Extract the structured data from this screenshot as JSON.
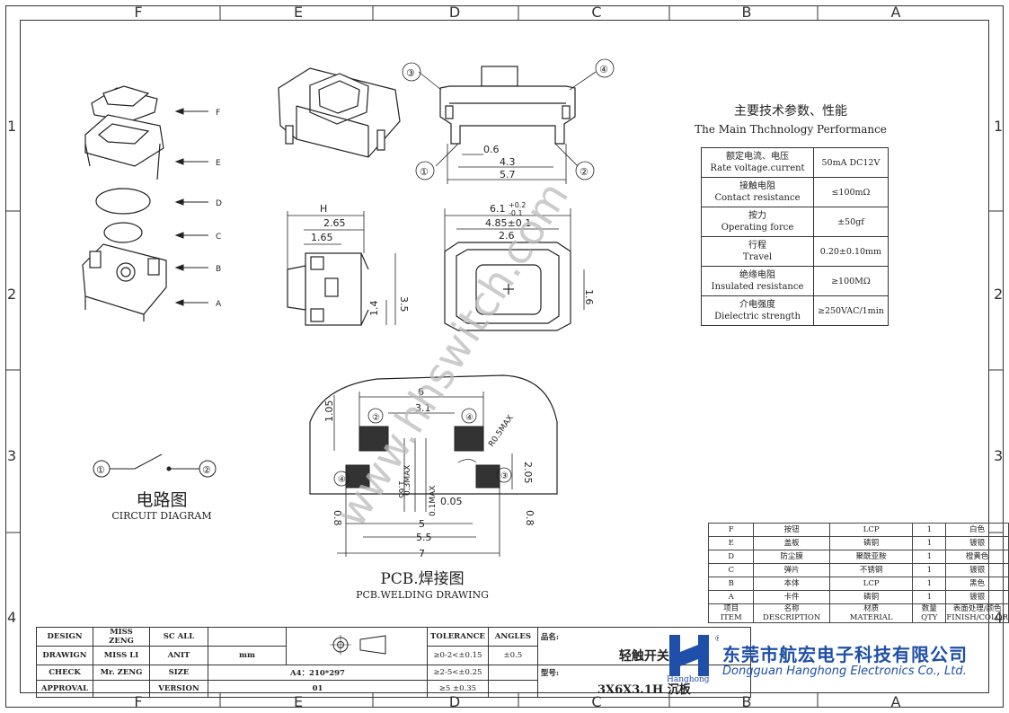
{
  "border_columns": [
    "F",
    "E",
    "D",
    "C",
    "B",
    "A"
  ],
  "border_rows": [
    "1",
    "2",
    "3",
    "4"
  ],
  "performance": {
    "title_cn": "主要技术参数、性能",
    "title_en": "The Main Thchnology Performance",
    "rows": [
      {
        "cn": "额定电流、电压",
        "en": "Rate voltage.current",
        "value": "50mA DC12V"
      },
      {
        "cn": "接触电阻",
        "en": "Contact resistance",
        "value": "≤100mΩ"
      },
      {
        "cn": "按力",
        "en": "Operating force",
        "value": "±50gf"
      },
      {
        "cn": "行程",
        "en": "Travel",
        "value": "0.20±0.10mm"
      },
      {
        "cn": "绝缘电阻",
        "en": "Insulated resistance",
        "value": "≥100MΩ"
      },
      {
        "cn": "介电强度",
        "en": "Dielectric strength",
        "value": "≥250VAC/1min"
      }
    ]
  },
  "exploded_labels": [
    "F",
    "E",
    "D",
    "C",
    "B",
    "A"
  ],
  "front_view": {
    "pin_labels": [
      "③",
      "④",
      "①",
      "②"
    ],
    "dims": [
      "0.6",
      "4.3",
      "5.7"
    ]
  },
  "side_view": {
    "dims": [
      "H",
      "2.65",
      "1.65",
      "3.5",
      "1.4"
    ]
  },
  "top_view": {
    "dims": [
      "6.1",
      "+0.2",
      "-0.1",
      "4.85±0.1",
      "2.6",
      "1.6"
    ]
  },
  "pcb": {
    "title_cn": "PCB.焊接图",
    "title_en": "PCB.WELDING DRAWING",
    "pad_labels": [
      "②",
      "④",
      "④",
      "③"
    ],
    "dims": [
      "6",
      "3.1",
      "1.05",
      "R0.5MAX",
      "1.65",
      "0.3MAX",
      "0.1MAX",
      "0.05",
      "2.05",
      "0.8",
      "0.8",
      "5",
      "5.5",
      "7"
    ]
  },
  "circuit": {
    "node1": "①",
    "node2": "②",
    "title_cn": "电路图",
    "title_en": "CIRCUIT DIAGRAM"
  },
  "watermark": "www.hhswitch.com",
  "bom": {
    "rows": [
      [
        "F",
        "按钮",
        "LCP",
        "1",
        "白色"
      ],
      [
        "E",
        "盖板",
        "磷铜",
        "1",
        "镀银"
      ],
      [
        "D",
        "防尘膜",
        "聚酰亚胺",
        "1",
        "橙黄色"
      ],
      [
        "C",
        "弹片",
        "不锈钢",
        "1",
        "镀银"
      ],
      [
        "B",
        "本体",
        "LCP",
        "1",
        "黑色"
      ],
      [
        "A",
        "卡件",
        "磷铜",
        "1",
        "镀银"
      ]
    ],
    "header": [
      [
        "项目",
        "ITEM"
      ],
      [
        "名称",
        "DESCRIPTION"
      ],
      [
        "材质",
        "MATERIAL"
      ],
      [
        "数量",
        "QTY"
      ],
      [
        "表面处理/颜色",
        "FINISH/COLOR"
      ]
    ]
  },
  "title_block": {
    "design": "DESIGN",
    "design_by": "MISS ZENG",
    "scale_label": "SC ALL",
    "drawing": "DRAWIGN",
    "drawing_by": "MISS LI",
    "unit_label": "ANIT",
    "unit": "mm",
    "check": "CHECK",
    "check_by": "Mr. ZENG",
    "size_label": "SIZE",
    "size": "A4：210*297",
    "approval": "APPROVAL",
    "version_label": "VERSION",
    "version": "01",
    "tolerance": "TOLERANCE",
    "angles": "ANGLES",
    "tol1": "≥0-2<±0.15",
    "tol2": "≥2-5<±0.25",
    "tol3": "≥5  ±0.35",
    "angle_val": "±0.5",
    "name_label": "品名:",
    "name": "轻触开关",
    "model_label": "型号:",
    "model": "3X6X3.1H 沉板"
  },
  "company": {
    "cn": "东莞市航宏电子科技有限公司",
    "en": "Dongguan Hanghong Electronics Co., Ltd.",
    "logo_text": "Hanghong",
    "brand_color": "#1f4fa8"
  }
}
